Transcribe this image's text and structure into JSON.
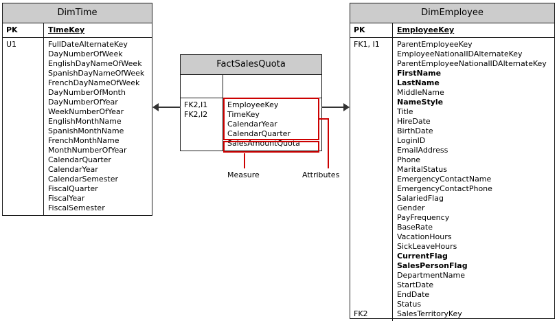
{
  "diagram": {
    "type": "entity-relationship-diagram",
    "colors": {
      "header_fill": "#cccccc",
      "border": "#1a1a1a",
      "annotation_red": "#cc0000",
      "connector": "#333333",
      "background": "#ffffff"
    }
  },
  "tables": {
    "dim_time": {
      "title": "DimTime",
      "pk_label": "PK",
      "pk_field": "TimeKey",
      "key_lines": [
        "U1"
      ],
      "fields": [
        "FullDateAlternateKey",
        "DayNumberOfWeek",
        "EnglishDayNameOfWeek",
        "SpanishDayNameOfWeek",
        "FrenchDayNameOfWeek",
        "DayNumberOfMonth",
        "DayNumberOfYear",
        "WeekNumberOfYear",
        "EnglishMonthName",
        "SpanishMonthName",
        "FrenchMonthName",
        "MonthNumberOfYear",
        "CalendarQuarter",
        "CalendarYear",
        "CalendarSemester",
        "FiscalQuarter",
        "FiscalYear",
        "FiscalSemester"
      ]
    },
    "fact_sales_quota": {
      "title": "FactSalesQuota",
      "pk_label": "",
      "pk_field": "",
      "key_lines": [
        "FK2,I1",
        "FK2,I2"
      ],
      "attribute_fields": [
        "EmployeeKey",
        "TimeKey",
        "CalendarYear",
        "CalendarQuarter"
      ],
      "measure_fields": [
        "SalesAmountQuota"
      ]
    },
    "dim_employee": {
      "title": "DimEmployee",
      "pk_label": "PK",
      "pk_field": "EmployeeKey",
      "key_lines_top": [
        "FK1, I1"
      ],
      "key_lines_bottom": [
        "FK2"
      ],
      "fields": [
        {
          "name": "ParentEmployeeKey",
          "required": false
        },
        {
          "name": "EmployeeNationalIDAlternateKey",
          "required": false
        },
        {
          "name": "ParentEmployeeNationalIDAlternateKey",
          "required": false
        },
        {
          "name": "FirstName",
          "required": true
        },
        {
          "name": "LastName",
          "required": true
        },
        {
          "name": "MiddleName",
          "required": false
        },
        {
          "name": "NameStyle",
          "required": true
        },
        {
          "name": "Title",
          "required": false
        },
        {
          "name": "HireDate",
          "required": false
        },
        {
          "name": "BirthDate",
          "required": false
        },
        {
          "name": "LoginID",
          "required": false
        },
        {
          "name": "EmailAddress",
          "required": false
        },
        {
          "name": "Phone",
          "required": false
        },
        {
          "name": "MaritalStatus",
          "required": false
        },
        {
          "name": "EmergencyContactName",
          "required": false
        },
        {
          "name": "EmergencyContactPhone",
          "required": false
        },
        {
          "name": "SalariedFlag",
          "required": false
        },
        {
          "name": "Gender",
          "required": false
        },
        {
          "name": "PayFrequency",
          "required": false
        },
        {
          "name": "BaseRate",
          "required": false
        },
        {
          "name": "VacationHours",
          "required": false
        },
        {
          "name": "SickLeaveHours",
          "required": false
        },
        {
          "name": "CurrentFlag",
          "required": true
        },
        {
          "name": "SalesPersonFlag",
          "required": true
        },
        {
          "name": "DepartmentName",
          "required": false
        },
        {
          "name": "StartDate",
          "required": false
        },
        {
          "name": "EndDate",
          "required": false
        },
        {
          "name": "Status",
          "required": false
        },
        {
          "name": "SalesTerritoryKey",
          "required": false
        }
      ]
    }
  },
  "annotations": {
    "measure_label": "Measure",
    "attributes_label": "Attributes"
  }
}
